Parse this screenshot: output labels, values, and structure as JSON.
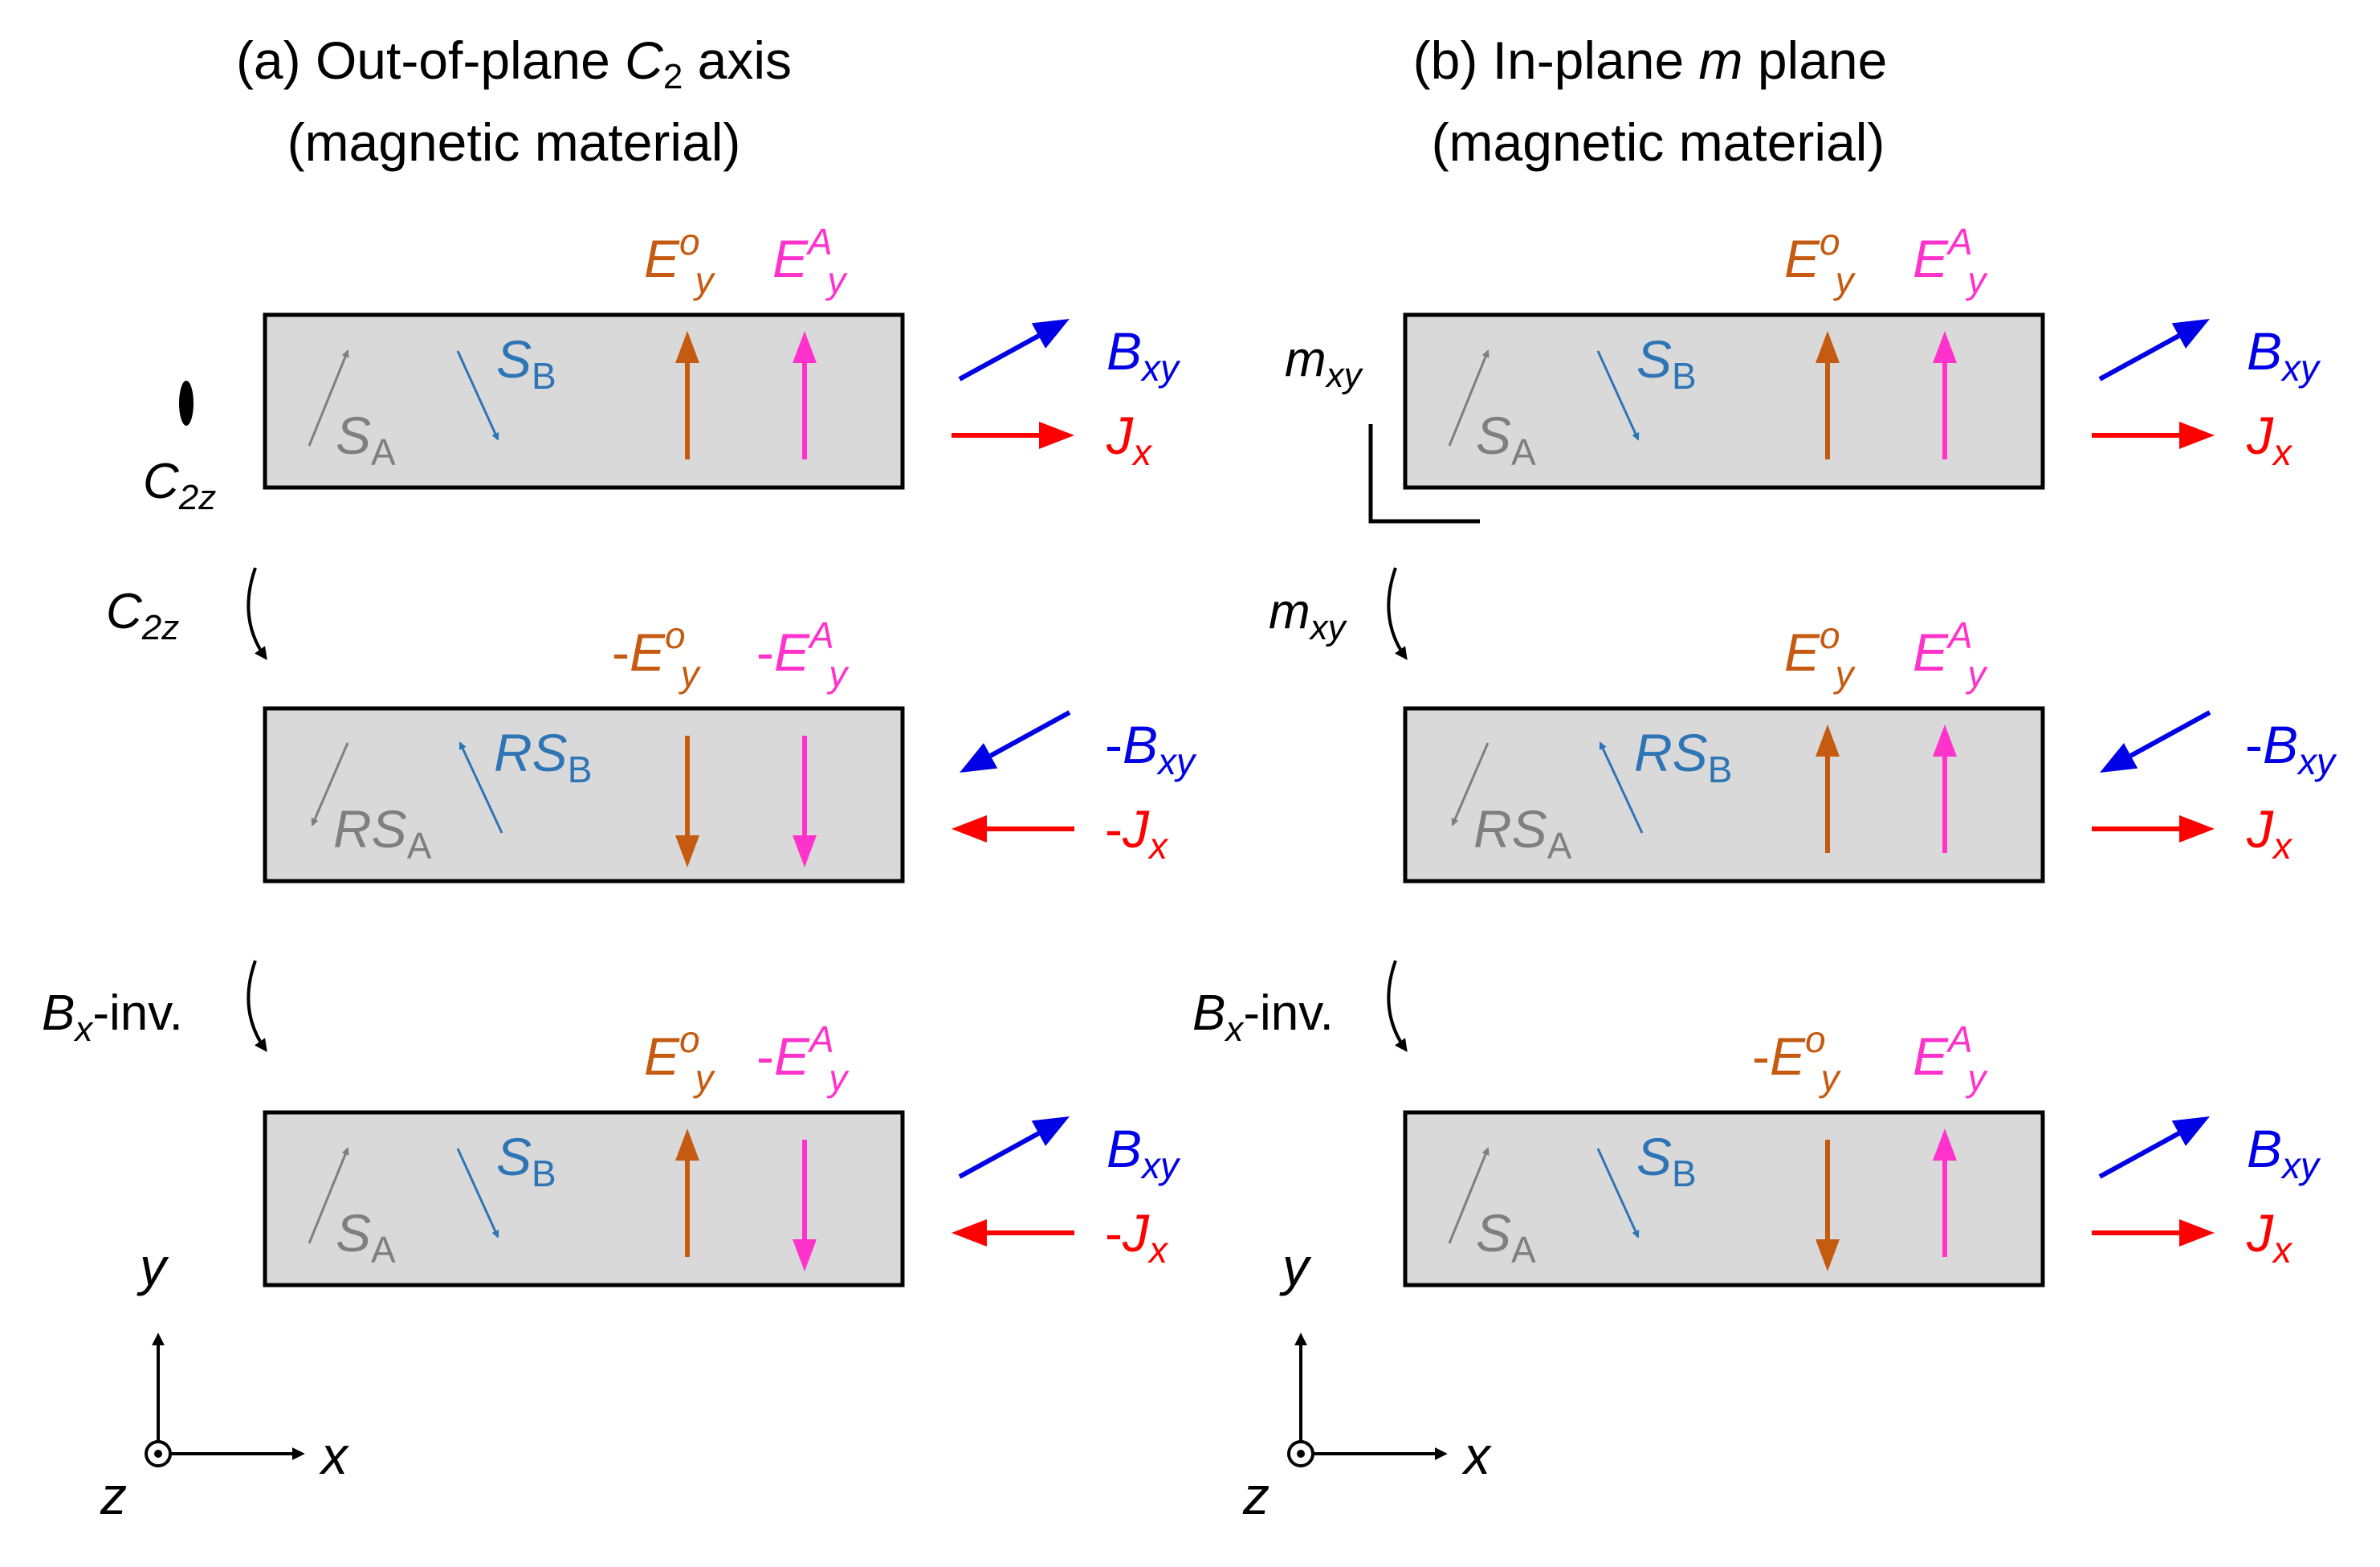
{
  "colors": {
    "box_fill": "#d9d9d9",
    "box_stroke": "#000000",
    "spin_a": "#7f7f7f",
    "spin_b": "#2e75b6",
    "e_ordinary": "#c55a11",
    "e_anomalous": "#ff33cc",
    "b_field": "#0000e6",
    "current": "#ff0000",
    "black": "#000000"
  },
  "panel_a": {
    "title_line1_prefix": "(a) Out-of-plane ",
    "title_sym": "C",
    "title_sub": "2",
    "title_line1_suffix": " axis",
    "title_line2": "(magnetic material)",
    "symmetry_marker": {
      "main": "C",
      "sub": "2z"
    },
    "op1": {
      "main": "C",
      "sub": "2z"
    },
    "op2": {
      "main": "B",
      "sub": "x",
      "tail": "-inv."
    },
    "rows": [
      {
        "e_o": {
          "sign": "",
          "dir": "up"
        },
        "e_a": {
          "sign": "",
          "dir": "up"
        },
        "sa": {
          "prefix": ""
        },
        "sb": {
          "prefix": ""
        },
        "b": {
          "sign": "",
          "dir": "ne"
        },
        "j": {
          "sign": "",
          "dir": "right"
        }
      },
      {
        "e_o": {
          "sign": "-",
          "dir": "down"
        },
        "e_a": {
          "sign": "-",
          "dir": "down"
        },
        "sa": {
          "prefix": "R"
        },
        "sb": {
          "prefix": "R"
        },
        "b": {
          "sign": "-",
          "dir": "sw"
        },
        "j": {
          "sign": "-",
          "dir": "left"
        }
      },
      {
        "e_o": {
          "sign": "",
          "dir": "up"
        },
        "e_a": {
          "sign": "-",
          "dir": "down"
        },
        "sa": {
          "prefix": ""
        },
        "sb": {
          "prefix": ""
        },
        "b": {
          "sign": "",
          "dir": "ne"
        },
        "j": {
          "sign": "-",
          "dir": "left"
        }
      }
    ]
  },
  "panel_b": {
    "title_line1_prefix": "(b) In-plane ",
    "title_sym": "m",
    "title_line1_suffix": " plane",
    "title_line2": "(magnetic material)",
    "symmetry_marker": {
      "main": "m",
      "sub": "xy"
    },
    "op1": {
      "main": "m",
      "sub": "xy"
    },
    "op2": {
      "main": "B",
      "sub": "x",
      "tail": "-inv."
    },
    "rows": [
      {
        "e_o": {
          "sign": "",
          "dir": "up"
        },
        "e_a": {
          "sign": "",
          "dir": "up"
        },
        "sa": {
          "prefix": ""
        },
        "sb": {
          "prefix": ""
        },
        "b": {
          "sign": "",
          "dir": "ne"
        },
        "j": {
          "sign": "",
          "dir": "right"
        }
      },
      {
        "e_o": {
          "sign": "",
          "dir": "up"
        },
        "e_a": {
          "sign": "",
          "dir": "up"
        },
        "sa": {
          "prefix": "R"
        },
        "sb": {
          "prefix": "R"
        },
        "b": {
          "sign": "-",
          "dir": "sw"
        },
        "j": {
          "sign": "",
          "dir": "right"
        }
      },
      {
        "e_o": {
          "sign": "-",
          "dir": "down"
        },
        "e_a": {
          "sign": "",
          "dir": "up"
        },
        "sa": {
          "prefix": ""
        },
        "sb": {
          "prefix": ""
        },
        "b": {
          "sign": "",
          "dir": "ne"
        },
        "j": {
          "sign": "",
          "dir": "right"
        }
      }
    ]
  },
  "labels": {
    "e": "E",
    "e_o_sup": "o",
    "e_a_sup": "A",
    "e_sub": "y",
    "s": "S",
    "sa_sub": "A",
    "sb_sub": "B",
    "b": "B",
    "b_sub": "xy",
    "j": "J",
    "j_sub": "x"
  },
  "axes": {
    "x": "x",
    "y": "y",
    "z": "z"
  }
}
